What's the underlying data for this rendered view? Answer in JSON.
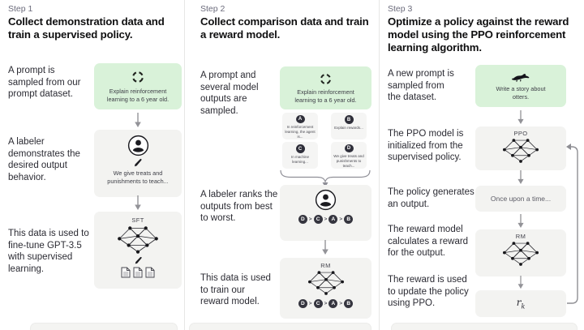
{
  "colors": {
    "prompt_box_green": "#d9f2d9",
    "panel_gray": "#f3f3f1",
    "rank_circle_dark": "#35353f",
    "arrow_gray": "#939398"
  },
  "step1": {
    "label": "Step 1",
    "title": "Collect demonstration data and train a supervised policy.",
    "side_texts": {
      "prompt": "A prompt is sampled from our prompt dataset.",
      "labeler": "A labeler demonstrates the desired output behavior.",
      "finetune": "This data is used to fine-tune GPT-3.5 with supervised learning."
    },
    "prompt_caption": "Explain reinforcement learning to a 6 year old.",
    "labeler_caption": "We give treats and punishments to teach...",
    "model_label": "SFT"
  },
  "step2": {
    "label": "Step 2",
    "title": "Collect comparison data and train a reward model.",
    "side_texts": {
      "sampled": "A prompt and several model outputs are sampled.",
      "ranks": "A labeler ranks the outputs from best to worst.",
      "train": "This data is used to train our reward model."
    },
    "prompt_caption": "Explain reinforcement learning to a 6 year old.",
    "outputs": [
      {
        "letter": "A",
        "text": "In reinforcement learning, the agent is..."
      },
      {
        "letter": "B",
        "text": "Explain rewards..."
      },
      {
        "letter": "C",
        "text": "In machine learning..."
      },
      {
        "letter": "D",
        "text": "We give treats and punishments to teach..."
      }
    ],
    "rank_sep": ">",
    "ranking": [
      "D",
      "C",
      "A",
      "B"
    ],
    "model_label": "RM"
  },
  "step3": {
    "label": "Step 3",
    "title": "Optimize a policy against the reward model using the PPO reinforcement learning algorithm.",
    "side_texts": {
      "new_prompt": "A new prompt is sampled from the dataset.",
      "init": "The PPO model is initialized from the supervised policy.",
      "generates": "The policy generates an output.",
      "calculates": "The reward model calculates a reward for the output.",
      "update": "The reward is used to update the policy using PPO."
    },
    "prompt_caption": "Write a story about otters.",
    "ppo_label": "PPO",
    "output_caption": "Once upon a time...",
    "rm_label": "RM",
    "reward_symbol": "r",
    "reward_subscript": "k"
  }
}
